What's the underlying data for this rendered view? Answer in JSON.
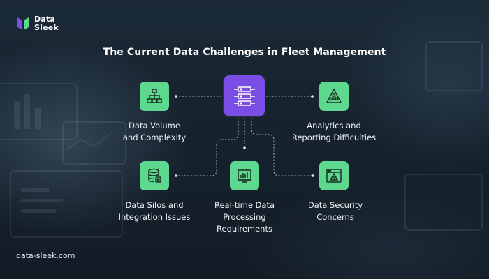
{
  "brand": {
    "line1": "Data",
    "line2": "Sleek"
  },
  "title": "The Current Data Challenges in Fleet Management",
  "nodes": {
    "volume": {
      "line1": "Data Volume",
      "line2": "and Complexity",
      "icon": "hierarchy-icon"
    },
    "analytics": {
      "line1": "Analytics and",
      "line2": "Reporting Difficulties",
      "icon": "network-triangle-icon"
    },
    "silos": {
      "line1": "Data Silos and",
      "line2": "Integration Issues",
      "icon": "database-icon"
    },
    "realtime": {
      "line1": "Real-time Data",
      "line2": "Processing",
      "line3": "Requirements",
      "icon": "server-chart-icon"
    },
    "security": {
      "line1": "Data Security",
      "line2": "Concerns",
      "icon": "warning-window-icon"
    }
  },
  "footer": "data-sleek.com",
  "colors": {
    "node_green": "#5ed88e",
    "center_purple": "#7a4ee4",
    "background": "#16232f"
  }
}
